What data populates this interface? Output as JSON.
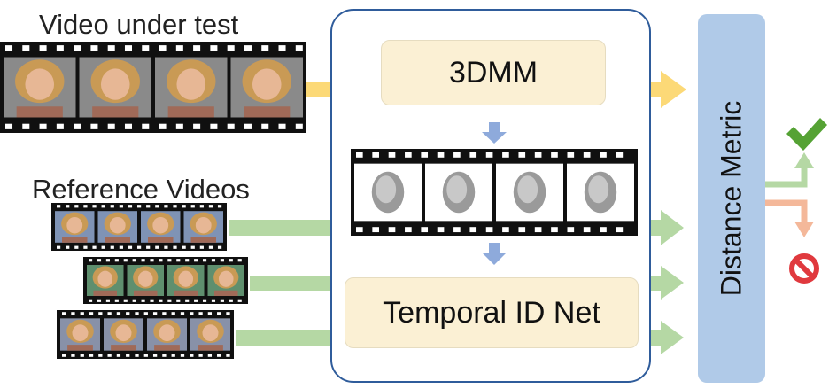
{
  "labels": {
    "video_under_test": "Video under test",
    "reference_videos": "Reference Videos"
  },
  "pipeline": {
    "module_3dmm": "3DMM",
    "module_temporal_id": "Temporal ID Net"
  },
  "metric": {
    "label": "Distance Metric"
  },
  "colors": {
    "test_arrow": "#fcd977",
    "reference_arrow": "#b5d8a4",
    "inner_arrow": "#8eaadb",
    "pipeline_border": "#2f5c9b",
    "module_fill": "#fbf0d4",
    "metric_fill": "#b0cae8",
    "accept": "#55a234",
    "reject": "#e0393e",
    "reject_arrow": "#f4b89a"
  },
  "icons": {
    "accept": "checkmark-icon",
    "reject": "prohibited-icon"
  }
}
